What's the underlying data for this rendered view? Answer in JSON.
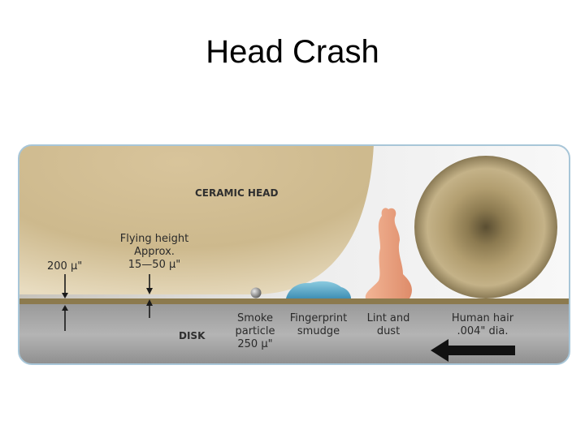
{
  "title": "Head Crash",
  "diagram": {
    "head_label": "CERAMIC HEAD",
    "disk_label": "DISK",
    "flying_height": [
      "Flying height",
      "Approx.",
      "15—50 µ\""
    ],
    "gap_200": "200 µ\"",
    "smoke": [
      "Smoke",
      "particle",
      "250 µ\""
    ],
    "fingerprint": [
      "Fingerprint",
      "smudge"
    ],
    "lint": [
      "Lint and",
      "dust"
    ],
    "hair": [
      "Human hair",
      ".004\" dia."
    ]
  },
  "colors": {
    "head": "#d2bd92",
    "disk_top": "#8c7a4e",
    "disk_body": "#a0a0a0",
    "smudge": "#58aac9",
    "lint": "#e8a07e",
    "frame": "#a8c6d8"
  }
}
